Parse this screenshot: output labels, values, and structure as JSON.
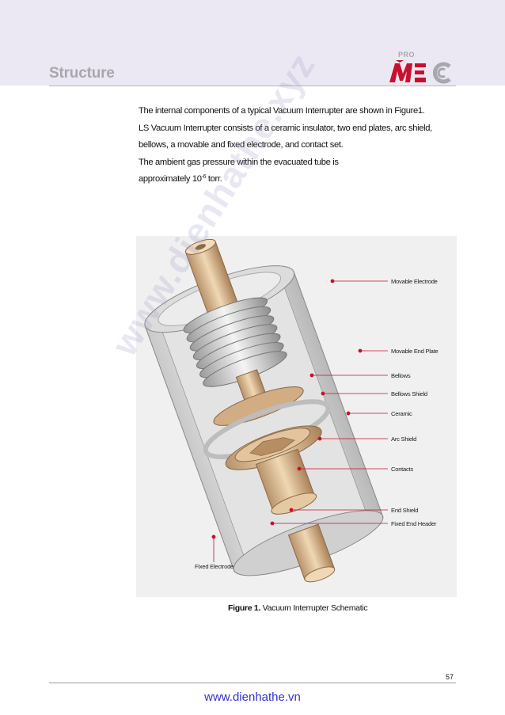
{
  "header": {
    "section_title": "Structure",
    "logo_small_text": "PRO",
    "logo_text": "MEC",
    "colors": {
      "band": "#ece8f3",
      "logo_red": "#c8102e",
      "logo_gray": "#a7a7ad"
    }
  },
  "intro": {
    "line1": "The internal components of a typical Vacuum Interrupter are shown in Figure1.",
    "line2": "LS Vacuum Interrupter consists of a ceramic insulator, two end plates, arc shield,",
    "line3": "bellows, a movable and fixed electrode, and contact set.",
    "line4": "The ambient gas pressure within the evacuated tube is",
    "line5_prefix": "approximately 10",
    "line5_exponent": "-6",
    "line5_suffix": " torr."
  },
  "figure": {
    "callouts": [
      "Movable Electrode",
      "Movable End Plate",
      "Bellows",
      "Bellows Shield",
      "Ceramic",
      "Arc Shield",
      "Contacts",
      "End Shield",
      "Fixed End Header",
      "Fixed Electrode"
    ],
    "caption_label": "Figure 1.",
    "caption_text": " Vacuum Interrupter Schematic",
    "leader_color": "#c8102e"
  },
  "watermark": "www.dienhathe.xyz",
  "footer": {
    "page_number": "57",
    "url": "www.dienhathe.vn"
  }
}
